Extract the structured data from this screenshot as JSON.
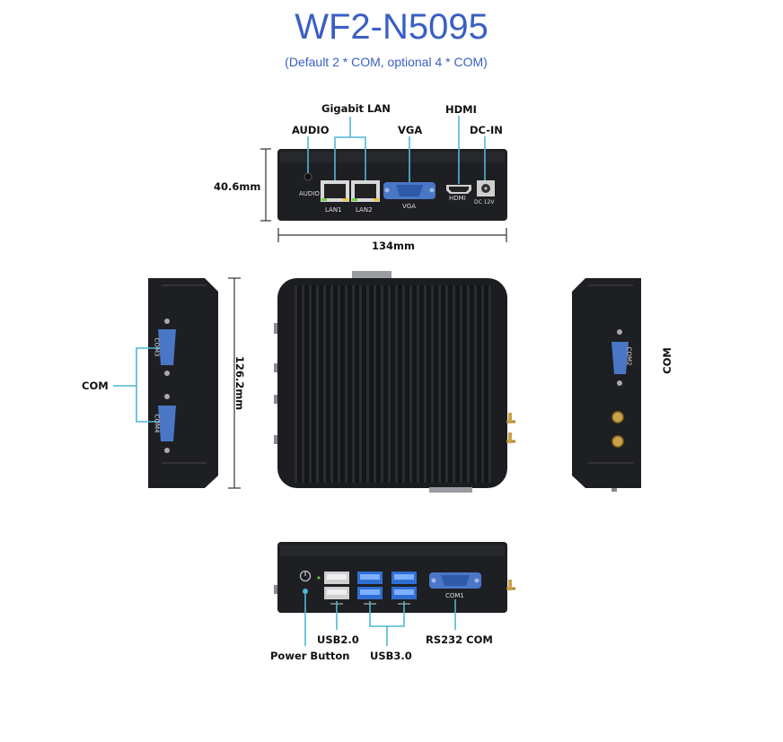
{
  "header": {
    "title": "WF2-N5095",
    "subtitle": "(Default 2 * COM, optional 4 * COM)"
  },
  "front_panel": {
    "labels": {
      "gigabit_lan": "Gigabit LAN",
      "hdmi": "HDMI",
      "audio": "AUDIO",
      "vga": "VGA",
      "dc_in": "DC-IN"
    },
    "port_markings": {
      "audio": "AUDIO",
      "lan1": "LAN1",
      "lan2": "LAN2",
      "vga": "VGA",
      "hdmi": "HDMI",
      "dc": "DC 12V"
    },
    "height_dim": "40.6mm",
    "width_dim": "134mm"
  },
  "side_views": {
    "left_com_label": "COM",
    "depth_dim": "126.2mm",
    "com3": "COM3",
    "com4": "COM4",
    "right_com_label": "COM",
    "com2": "COM2"
  },
  "rear_panel": {
    "labels": {
      "usb20": "USB2.0",
      "power_button": "Power Button",
      "usb30": "USB3.0",
      "rs232": "RS232 COM"
    },
    "port_markings": {
      "com1": "COM1"
    }
  },
  "colors": {
    "title": "#3a5fc4",
    "device": "#1e1f22",
    "callout": "#4fb7d6",
    "usb3": "#2f6fd4",
    "vga": "#4a76c6"
  }
}
